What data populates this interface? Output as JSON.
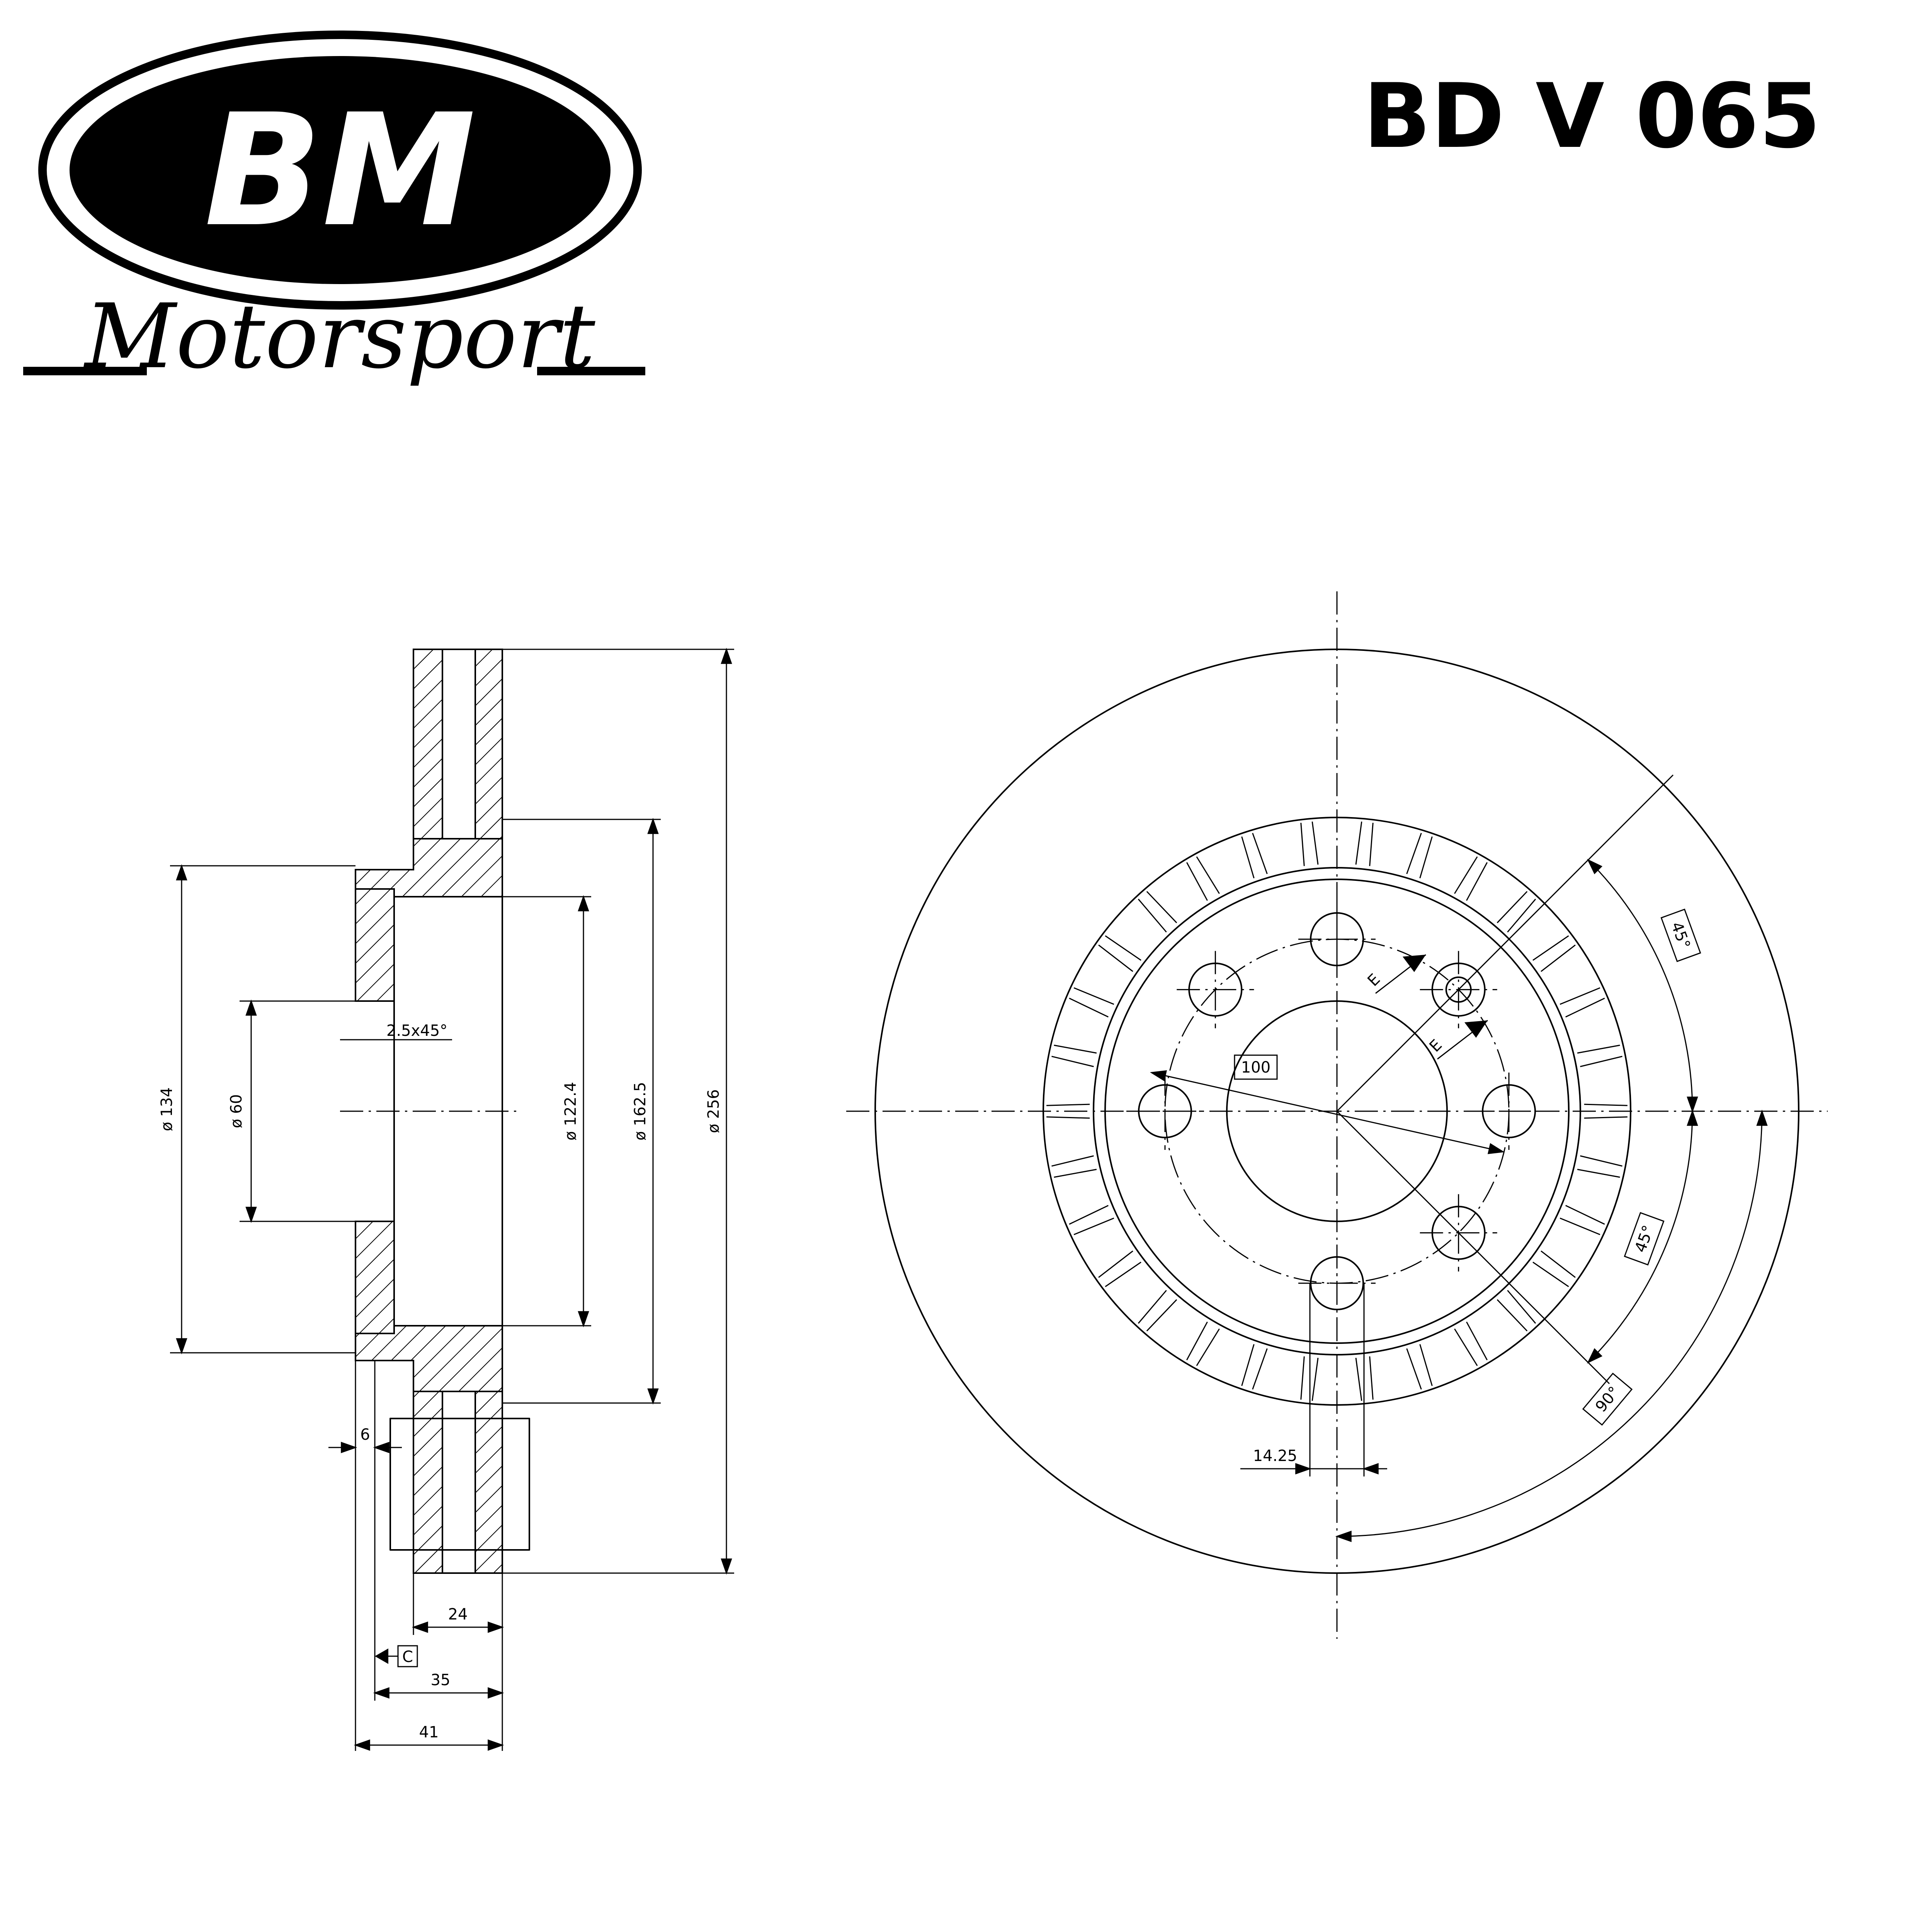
{
  "logo": {
    "brand": "BM",
    "subtitle": "Motorsport"
  },
  "part_number": "BD V 065",
  "side_view": {
    "diameters": {
      "d134": "ø 134",
      "d60": "ø 60",
      "d122_4": "ø 122.4",
      "d162_5": "ø 162.5",
      "d256": "ø 256"
    },
    "chamfer": "2.5x45°",
    "widths": {
      "w6": "6",
      "w24": "24",
      "w35": "35",
      "w41": "41"
    },
    "datum": "C"
  },
  "front_view": {
    "pcd": "100",
    "hole_offset": "14.25",
    "angle_top": "45°",
    "angle_mid": "45°",
    "angle_bottom": "90°",
    "section_label_1": "E",
    "section_label_2": "E"
  }
}
